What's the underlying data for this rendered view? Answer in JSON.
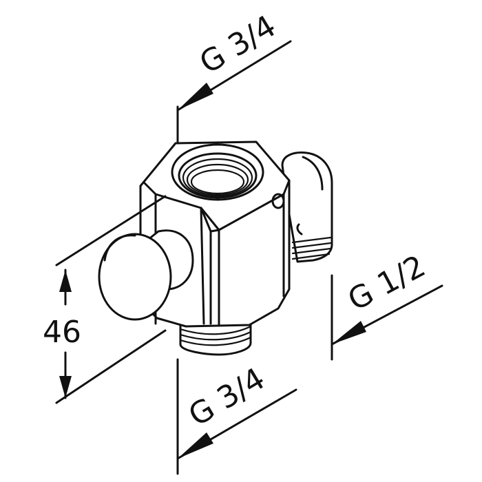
{
  "drawing": {
    "dimensions": {
      "top": "G 3/4",
      "right": "G 1/2",
      "bottom": "G 3/4",
      "height": "46"
    }
  }
}
